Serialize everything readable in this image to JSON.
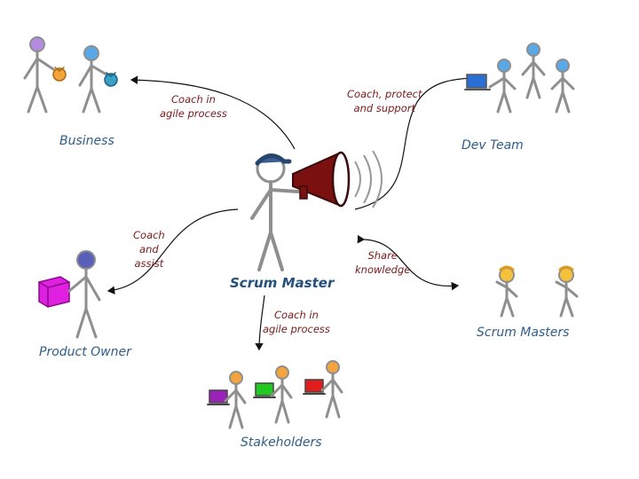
{
  "center_role": "Scrum Master",
  "groups": {
    "business": "Business",
    "dev_team": "Dev Team",
    "product_owner": "Product Owner",
    "scrum_masters": "Scrum Masters",
    "stakeholders": "Stakeholders"
  },
  "edges": {
    "business": [
      "Coach in",
      "agile process"
    ],
    "dev_team": [
      "Coach, protect",
      "and support"
    ],
    "product_owner": [
      "Coach",
      "and",
      "assist"
    ],
    "scrum_masters": [
      "Share",
      "knowledge"
    ],
    "stakeholders": [
      "Coach in",
      "agile process"
    ]
  },
  "colors": {
    "figure": "#8f8f8f",
    "head_blue": "#5aa9e6",
    "head_orange": "#f5a33c",
    "business_head_1": "#b48be0",
    "megaphone": "#7a1010",
    "cube": "#e020e0",
    "laptop_purple": "#9b22b8",
    "laptop_green": "#22c922",
    "laptop_red": "#e01e1e",
    "label_blue": "#2f5d8c",
    "edge_label": "#7a1a1a"
  }
}
